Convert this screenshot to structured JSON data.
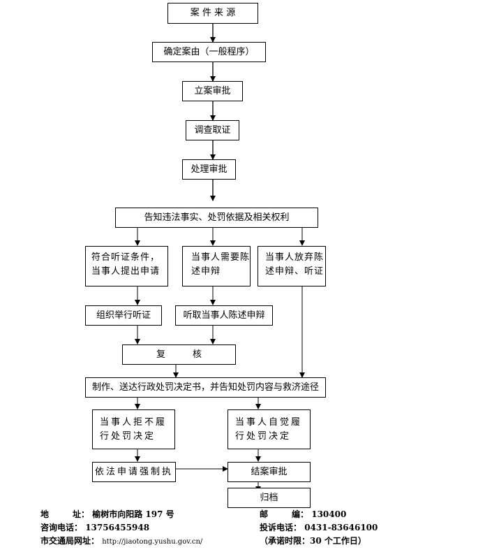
{
  "flowchart": {
    "case_source": "案 件 来 源",
    "determine_cause": "确定案由（一般程序）",
    "filing_approval": "立案审批",
    "investigation": "调查取证",
    "handling_approval": "处理审批",
    "notify_rights": "告知违法事实、处罚依据及相关权利",
    "hearing_request": "符合听证条件，当事人提出申请",
    "need_statement": "当事人需要陈述申辩",
    "waive_statement": "当事人放弃陈述申辩、听证",
    "organize_hearing": "组织举行听证",
    "hear_statement": "听取当事人陈述申辩",
    "review": "复　　　核",
    "issue_decision": "制作、送达行政处罚决定书，并告知处罚内容与救济途径",
    "refuse_perform": "当事人拒不履行处罚决定",
    "voluntary_perform": "当事人自觉履行处罚决定",
    "enforcement": "依法申请强制执",
    "closing_approval": "结案审批",
    "archive": "归档"
  },
  "footer": {
    "address_label": "地",
    "address_label2": "址：",
    "address": "榆树市向阳路 197 号",
    "postcode_label": "邮",
    "postcode_label2": "编：",
    "postcode": "130400",
    "consult_label": "咨询电话：",
    "consult_phone": "13756455948",
    "complaint_label": "投诉电话：",
    "complaint_phone": "0431-83646100",
    "website_label": "市交通局网址：",
    "website": "http://jiaotong.yushu.gov.cn/",
    "time_limit": "（承诺时限：30 个工作日）"
  }
}
